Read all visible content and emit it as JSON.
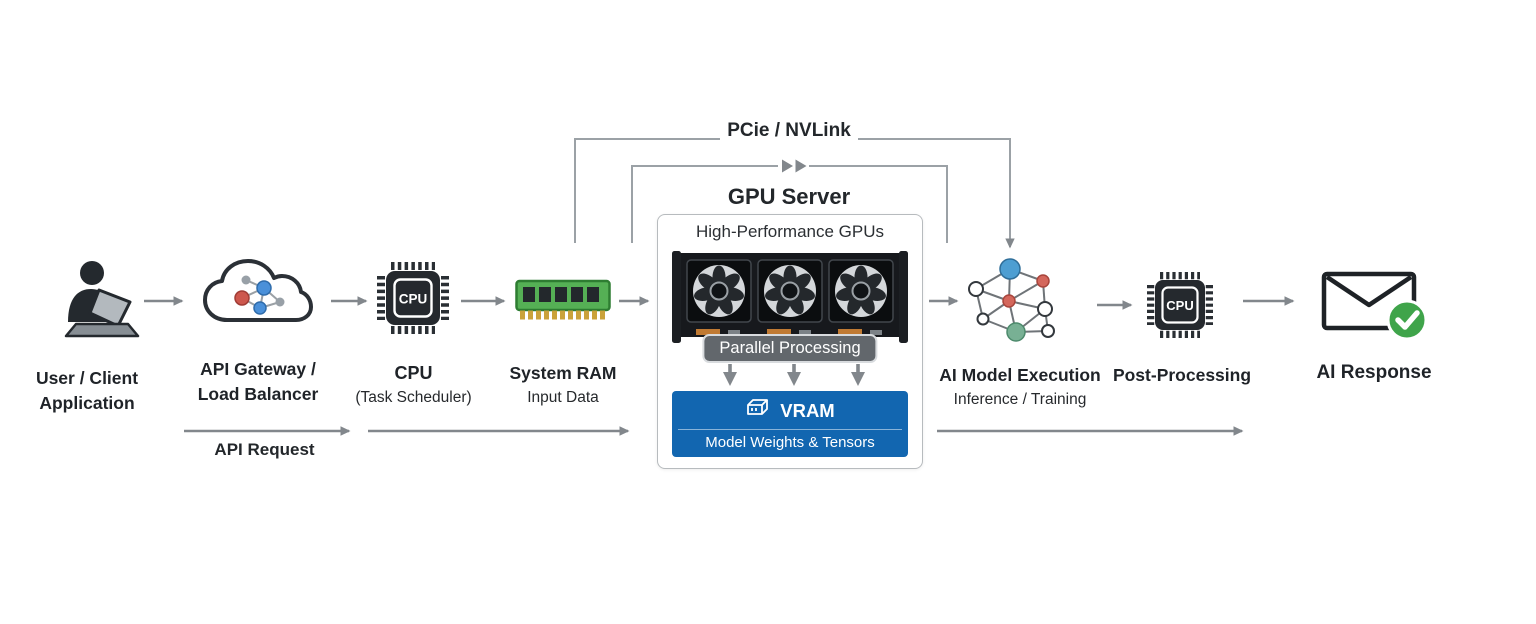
{
  "diagram": {
    "pcie_link_label": "PCie / NVLink",
    "api_request_label": "API Request"
  },
  "nodes": {
    "user": {
      "line1": "User / Client",
      "line2": "Application"
    },
    "gateway": {
      "line1": "API Gateway /",
      "line2": "Load Balancer"
    },
    "cpu": {
      "label": "CPU",
      "sublabel": "(Task Scheduler)",
      "chip_text": "CPU"
    },
    "ram": {
      "label": "System RAM",
      "sublabel": "Input Data"
    },
    "gpu_server": {
      "title": "GPU Server",
      "subtitle": "High-Performance GPUs",
      "badge": "Parallel Processing",
      "vram_label": "VRAM",
      "vram_sublabel": "Model Weights & Tensors"
    },
    "ai_model": {
      "label": "AI Model Execution",
      "sublabel": "Inference / Training"
    },
    "post_processing": {
      "label": "Post-Processing",
      "chip_text": "CPU"
    },
    "ai_response": {
      "label": "AI Response"
    }
  },
  "colors": {
    "arrow_gray": "#82878c",
    "route_gray": "#9ba1a6",
    "vram_blue": "#1266b0",
    "ram_green": "#55b055",
    "check_green": "#3fa44a",
    "node_blue": "#4a90d9",
    "node_red": "#d4675c",
    "node_teal": "#78b094",
    "text_dark": "#1f2328"
  }
}
